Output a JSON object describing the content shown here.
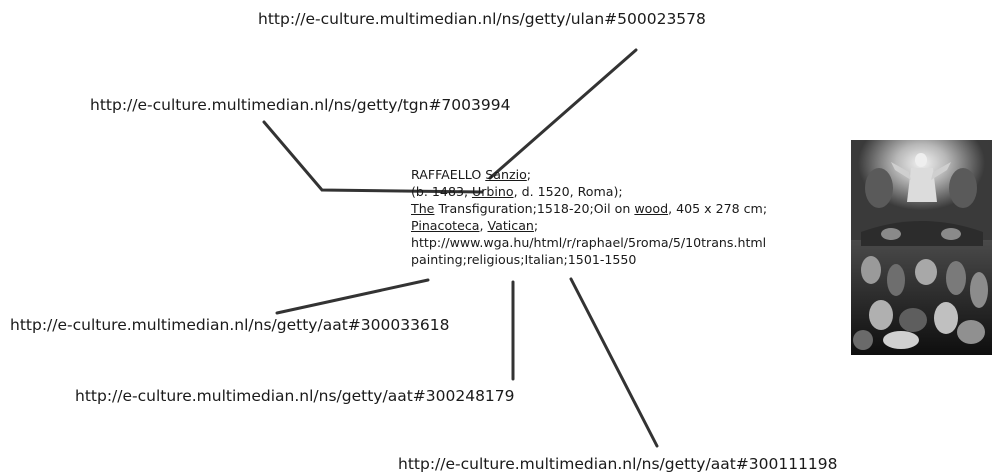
{
  "uris": {
    "ulan": "http://e-culture.multimedian.nl/ns/getty/ulan#500023578",
    "tgn": "http://e-culture.multimedian.nl/ns/getty/tgn#7003994",
    "aat_300033618": "http://e-culture.multimedian.nl/ns/getty/aat#300033618",
    "aat_300248179": "http://e-culture.multimedian.nl/ns/getty/aat#300248179",
    "aat_300111198": "http://e-culture.multimedian.nl/ns/getty/aat#300111198"
  },
  "record": {
    "line1": {
      "a": "RAFFAELLO ",
      "b": "Sanzio",
      "c": ";"
    },
    "line2": {
      "a": "(b. 1483, ",
      "b": "Urbino",
      "c": ", d. 1520, Roma);"
    },
    "line3": {
      "a": "The",
      "b": " Transfiguration;1518-20;Oil on ",
      "c": "wood",
      "d": ", 405 x 278 cm;"
    },
    "line4": {
      "a": "Pinacoteca",
      "b": ", ",
      "c": "Vatican",
      "d": ";"
    },
    "line5": "http://www.wga.hu/html/r/raphael/5roma/5/10trans.html",
    "line6": "painting;religious;Italian;1501-1550"
  },
  "colors": {
    "line": "#333333",
    "text": "#1a1a1a",
    "background": "#ffffff"
  },
  "image": {
    "subject": "Raphael Transfiguration painting thumbnail (grayscale)"
  }
}
